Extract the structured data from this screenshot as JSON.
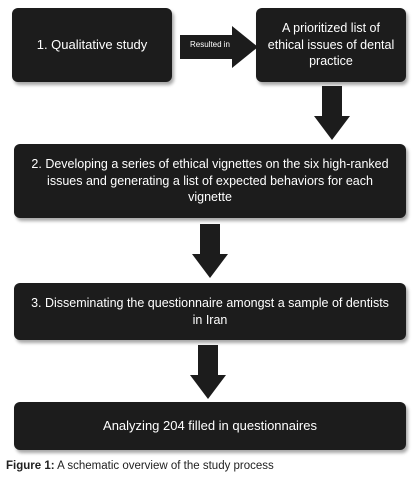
{
  "steps": {
    "step1": "1. Qualitative study",
    "result": "A prioritized list of ethical issues of dental practice",
    "step2": "2. Developing a series of ethical vignettes on the six high-ranked issues and generating a list of expected behaviors for each vignette",
    "step3": "3. Disseminating the questionnaire amongst a sample of dentists in Iran",
    "step4": "Analyzing 204 filled in questionnaires"
  },
  "arrow_label": "Resulted in",
  "caption": {
    "label": "Figure 1:",
    "text": " A schematic overview of the study process"
  },
  "colors": {
    "box_fill": "#1c1c1c",
    "text": "#ffffff"
  }
}
